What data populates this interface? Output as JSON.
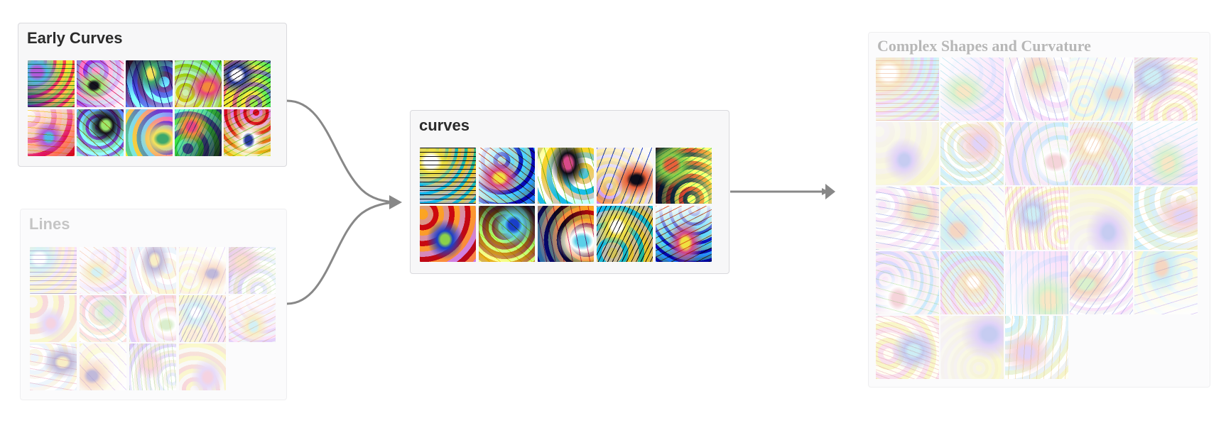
{
  "panels": {
    "early_curves": {
      "title": "Early Curves",
      "tile_count": 10,
      "palette": [
        "#e8467c",
        "#52b7e8",
        "#f5e35b",
        "#2a3b9e",
        "#9be86a",
        "#f28a3b",
        "#b05bd9",
        "#3ea86b",
        "#ffffff",
        "#14141e"
      ]
    },
    "lines": {
      "title": "Lines",
      "tile_count": 14,
      "palette": [
        "#c8a8f0",
        "#9be0e8",
        "#f2b38a",
        "#a8d88a",
        "#f0d878",
        "#e898b8",
        "#ffffff",
        "#6a5aa8"
      ]
    },
    "curves": {
      "title": "curves",
      "tile_count": 10,
      "palette": [
        "#1a3fc8",
        "#f0e040",
        "#e8603a",
        "#5ad0e8",
        "#d84a8a",
        "#8bd04a",
        "#ffffff",
        "#0c0c18"
      ]
    },
    "complex": {
      "title": "Complex Shapes and Curvature",
      "tile_count": 23,
      "palette": [
        "#b898f0",
        "#f0c878",
        "#8ad8e8",
        "#e89aa8",
        "#a8e08a",
        "#7888e0",
        "#ffffff",
        "#e8a070"
      ]
    }
  },
  "connectors": {
    "color": "#888888",
    "edges": [
      {
        "from": "early-curves-panel",
        "to": "curves-panel"
      },
      {
        "from": "lines-panel",
        "to": "curves-panel"
      },
      {
        "from": "curves-panel",
        "to": "complex-shapes-panel"
      }
    ]
  }
}
